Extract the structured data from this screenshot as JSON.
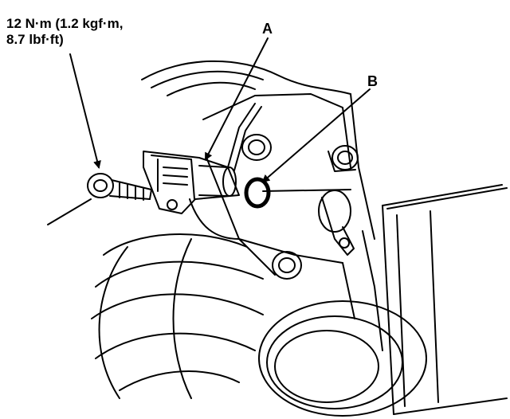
{
  "torque_spec": {
    "line1": "12 N·m (1.2 kgf·m,",
    "line2": "8.7 lbf·ft)"
  },
  "callouts": {
    "a": "A",
    "b": "B"
  },
  "colors": {
    "ink": "#000000",
    "paper": "#ffffff"
  }
}
